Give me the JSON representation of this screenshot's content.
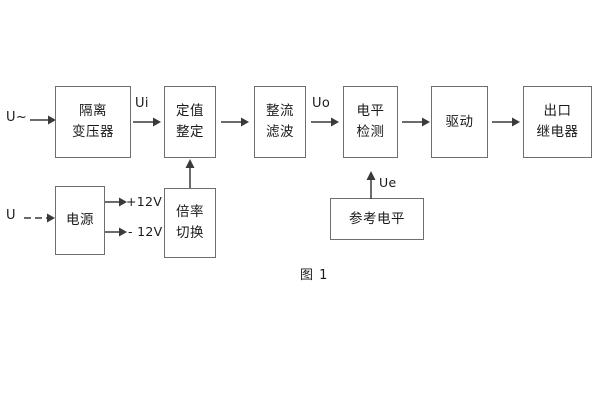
{
  "figure": {
    "caption": "图 1",
    "background_color": "#ffffff",
    "line_color": "#6e6e6e",
    "text_color": "#1a1a1a"
  },
  "blocks": [
    {
      "id": "isolation-transformer",
      "lines": [
        "隔离",
        "变压器"
      ]
    },
    {
      "id": "setpoint-setting",
      "lines": [
        "定值",
        "整定"
      ]
    },
    {
      "id": "rectify-filter",
      "lines": [
        "整流",
        "滤波"
      ]
    },
    {
      "id": "level-detection",
      "lines": [
        "电平",
        "检测"
      ]
    },
    {
      "id": "drive",
      "lines": [
        "驱动"
      ]
    },
    {
      "id": "output-relay",
      "lines": [
        "出口",
        "继电器"
      ]
    },
    {
      "id": "power-supply",
      "lines": [
        "电源"
      ]
    },
    {
      "id": "multiplier-switch",
      "lines": [
        "倍率",
        "切换"
      ]
    },
    {
      "id": "reference-level",
      "lines": [
        "参考电平"
      ]
    }
  ],
  "labels": {
    "input_ac": "U~",
    "input_dc": "U",
    "signal_ui": "Ui",
    "signal_uo": "Uo",
    "signal_ue": "Ue",
    "supply_positive": "+12V",
    "supply_negative": "- 12V"
  }
}
